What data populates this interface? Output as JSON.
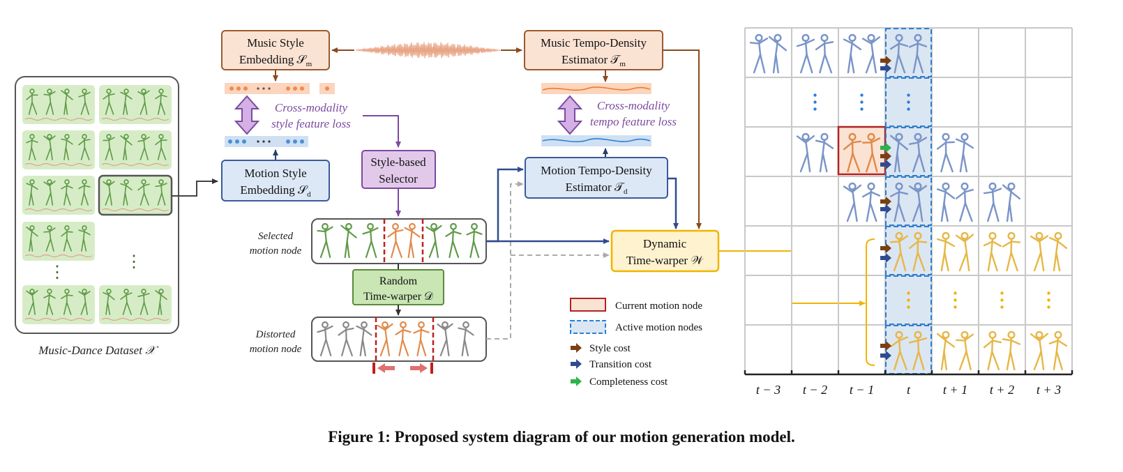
{
  "figure": {
    "caption": "Figure 1: Proposed system diagram of our motion generation model."
  },
  "dataset": {
    "label": "Music-Dance Dataset 𝒳",
    "ellipsis": "⋮"
  },
  "blocks": {
    "music_style": {
      "line1": "Music Style",
      "line2": "Embedding 𝒮",
      "sub": "m"
    },
    "music_tempo": {
      "line1": "Music Tempo-Density",
      "line2": "Estimator 𝒯",
      "sub": "m"
    },
    "motion_style": {
      "line1": "Motion Style",
      "line2": "Embedding 𝒮",
      "sub": "d"
    },
    "style_selector": {
      "line1": "Style-based",
      "line2": "Selector"
    },
    "motion_tempo": {
      "line1": "Motion Tempo-Density",
      "line2": "Estimator 𝒯",
      "sub": "d"
    },
    "random_warper": {
      "line1": "Random",
      "line2": "Time-warper 𝒟"
    },
    "dynamic_warper": {
      "line1": "Dynamic",
      "line2": "Time-warper 𝒲"
    }
  },
  "losses": {
    "style": {
      "line1": "Cross-modality",
      "line2": "style feature loss"
    },
    "tempo": {
      "line1": "Cross-modality",
      "line2": "tempo feature loss"
    }
  },
  "nodes": {
    "selected": {
      "line1": "Selected",
      "line2": "motion node"
    },
    "distorted": {
      "line1": "Distorted",
      "line2": "motion node"
    }
  },
  "legend": {
    "current": "Current motion node",
    "active": "Active motion nodes",
    "style_cost": "Style cost",
    "transition_cost": "Transition cost",
    "completeness_cost": "Completeness cost"
  },
  "grid": {
    "time_labels": [
      "t − 3",
      "t − 2",
      "t − 1",
      "t",
      "t + 1",
      "t + 2",
      "t + 3"
    ]
  },
  "colors": {
    "orange_box": "#fbe3d4",
    "orange_border": "#9a5a2e",
    "blue_box": "#dce8f6",
    "blue_border": "#3b5a99",
    "purple_box": "#e2c9ea",
    "purple": "#7b4aa0",
    "green_box": "#c9e6b4",
    "green_border": "#5a8a3a",
    "yellow_box": "#fff3cf",
    "yellow_border": "#f0b400",
    "active_fill": "#dbe6f3",
    "current_red": "#b22222",
    "style_arrow": "#7b3f12",
    "transition_arrow": "#2f4c8f",
    "completeness_arrow": "#2db34a"
  },
  "icons": {
    "bidirectional": "double-arrow-icon",
    "waveform": "audio-waveform-icon",
    "dancer": "stick-figure-icon"
  }
}
